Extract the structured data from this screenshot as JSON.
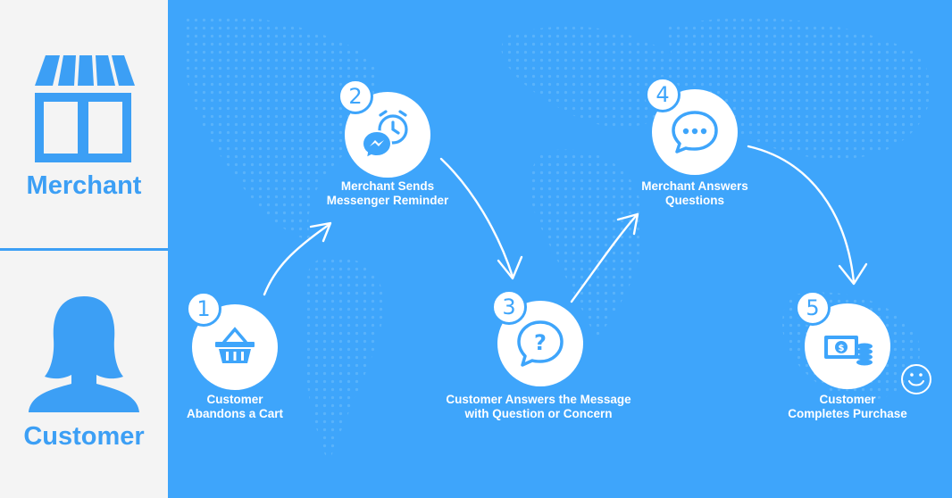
{
  "roles": {
    "merchant": "Merchant",
    "customer": "Customer"
  },
  "steps": [
    {
      "number": "1",
      "caption_line1": "Customer",
      "caption_line2": "Abandons a Cart",
      "icon": "basket-icon"
    },
    {
      "number": "2",
      "caption_line1": "Merchant Sends",
      "caption_line2": "Messenger Reminder",
      "icon": "messenger-alarm-icon"
    },
    {
      "number": "3",
      "caption_line1": "Customer Answers the Message",
      "caption_line2": "with Question or Concern",
      "icon": "question-bubble-icon"
    },
    {
      "number": "4",
      "caption_line1": "Merchant Answers",
      "caption_line2": "Questions",
      "icon": "chat-bubble-icon"
    },
    {
      "number": "5",
      "caption_line1": "Customer",
      "caption_line2": "Completes Purchase",
      "icon": "money-icon"
    }
  ],
  "colors": {
    "accent": "#3ea5fb",
    "panel": "#f4f4f4",
    "white": "#ffffff"
  }
}
